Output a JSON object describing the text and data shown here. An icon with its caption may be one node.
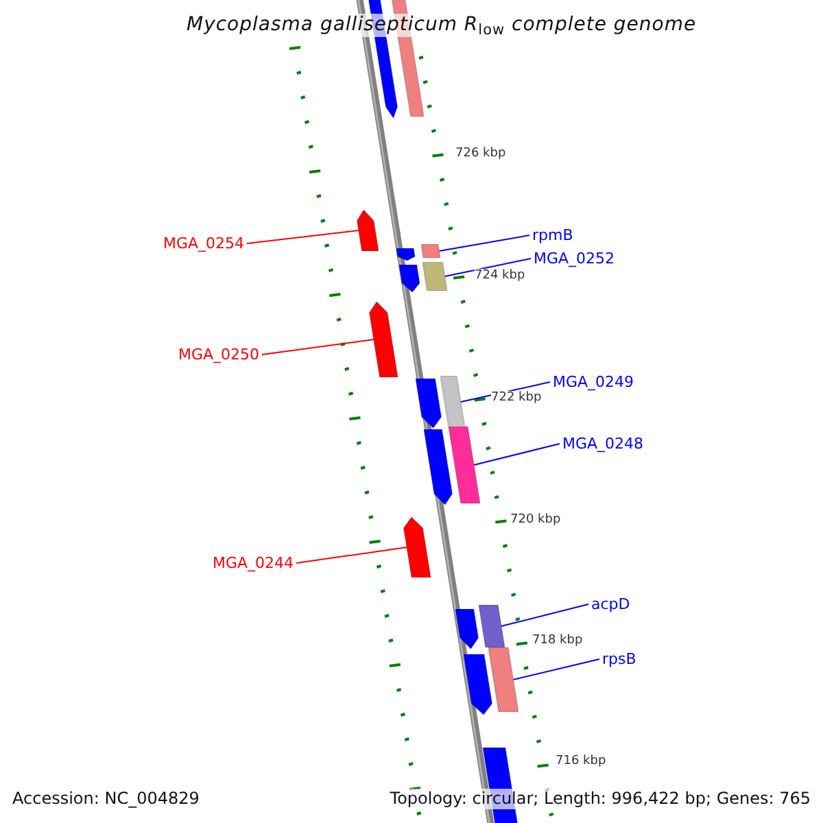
{
  "diagram": {
    "title": "*Mycoplasma gallisepticum* *R*$_{low}$ *complete genome*",
    "nodes": [
      {
        "text": [],
        "shape": "bar"
      },
      {
        "text": [],
        "shape": "bar"
      },
      {
        "text": [
          "MGA_0254"
        ]
      },
      {
        "text": [],
        "shape": "bar"
      },
      {
        "text": [
          "rpmB"
        ]
      },
      {
        "text": [],
        "shape": "bar"
      },
      {
        "text": [],
        "shape": "bar"
      },
      {
        "text": [
          "MGA_0252"
        ]
      },
      {
        "text": [],
        "shape": "bar"
      },
      {
        "text": [],
        "shape": "bar"
      },
      {
        "text": [
          "MGA_0250"
        ]
      },
      {
        "text": [],
        "shape": "bar"
      },
      {
        "text": [
          "MGA_0249"
        ]
      },
      {
        "text": [],
        "shape": "bar"
      },
      {
        "text": [],
        "shape": "bar"
      },
      {
        "text": [
          "MGA_0248"
        ]
      },
      {
        "text": [],
        "shape": "bar"
      },
      {
        "text": [],
        "shape": "bar"
      },
      {
        "text": [
          "MGA_0244"
        ]
      },
      {
        "text": [],
        "shape": "bar"
      },
      {
        "text": [
          "acpD"
        ]
      },
      {
        "text": [],
        "shape": "bar"
      },
      {
        "text": [],
        "shape": "bar"
      },
      {
        "text": [
          "rpsB"
        ]
      },
      {
        "text": [],
        "shape": "bar"
      },
      {
        "text": [],
        "shape": "bar"
      },
      {
        "text": [],
        "shape": "bar"
      }
    ],
    "edges": [
      {
        "from": 2,
        "to": 3,
        "arrow": "none",
        "color": "#ff0000"
      },
      {
        "from": 4,
        "to": 6,
        "arrow": "none"
      },
      {
        "from": 7,
        "to": 9,
        "arrow": "none"
      },
      {
        "from": 10,
        "to": 11,
        "arrow": "none",
        "color": "#ff0000"
      },
      {
        "from": 12,
        "to": 14,
        "arrow": "none"
      },
      {
        "from": 15,
        "to": 17,
        "arrow": "none"
      },
      {
        "from": 18,
        "to": 19,
        "arrow": "none",
        "color": "#ff0000"
      },
      {
        "from": 20,
        "to": 22,
        "arrow": "none"
      },
      {
        "from": 23,
        "to": 25,
        "arrow": "none"
      }
    ],
    "labels": [
      "726 kbp",
      "724 kbp",
      "722 kbp",
      "720 kbp",
      "718 kbp",
      "716 kbp",
      "Accession: NC_004829",
      "Topology: circular; Length: 996,422 bp; Genes: 765"
    ]
  }
}
